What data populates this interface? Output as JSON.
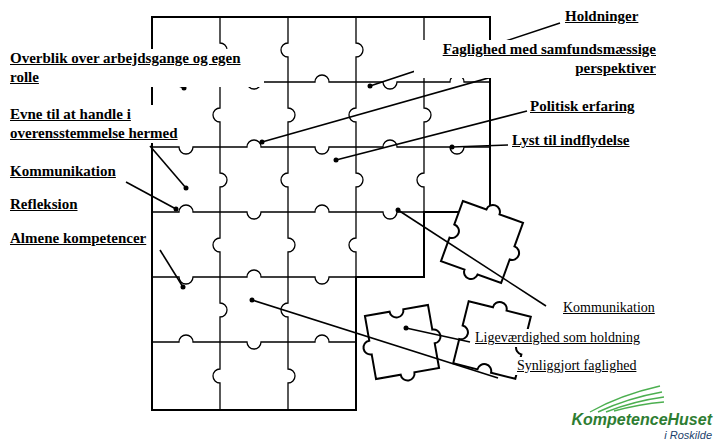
{
  "diagram": {
    "labels": [
      "Holdninger",
      "Faglighed med samfundsmæssige perspektiver",
      "Overblik over arbejdsgange og egen rolle",
      "Politisk erfaring",
      "Evne til at handle i overensstemmelse hermed",
      "Lyst til indflydelse",
      "Kommunikation",
      "Refleksion",
      "Almene kompetencer",
      "Kommunikation",
      "Ligeværdighed som holdning",
      "Synliggjort faglighed",
      "KompetenceHuset",
      "i Roskilde"
    ]
  }
}
